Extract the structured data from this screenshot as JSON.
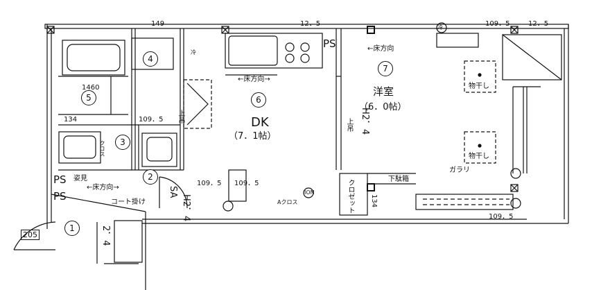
{
  "rooms": {
    "dk_name": "DK",
    "dk_size": "（7．1帖）",
    "western_name": "洋室",
    "western_size": "（6．0帖）"
  },
  "room_numbers": [
    "1",
    "2",
    "3",
    "4",
    "5",
    "6",
    "7"
  ],
  "labels": {
    "floor_direction": "←床方向",
    "floor_direction_dk": "←床方向→",
    "floor_direction_entry": "←床方向→",
    "ps": "PS",
    "sa": "SA",
    "coat_hook": "コート掛け",
    "drying_1": "物干し",
    "drying_2": "物干し",
    "glass": "ガラリ",
    "shoe_box": "下駄箱",
    "ref": "冷",
    "cool": "冷",
    "closet_height": "H2．4",
    "closet_height_2": "H2．4",
    "up_frame": "上吊",
    "up_frame_2": "上吊",
    "closet_door": "クロス",
    "a_cross": "Aクロス",
    "ion": "ION",
    "entry_num": "205",
    "closet_label": "クロゼット",
    "mirror": "姿見"
  },
  "dimensions": {
    "d149": "149",
    "d12_5a": "12．5",
    "d12_5b": "12．5",
    "d109_5a": "109．5",
    "d109_5b": "109．5",
    "d109_5c": "109．5",
    "d109_5d": "109．5",
    "d109_5e": "109．5",
    "d1460": "1460",
    "d134": "134",
    "d134b": "134",
    "d2_4": "2．4"
  }
}
